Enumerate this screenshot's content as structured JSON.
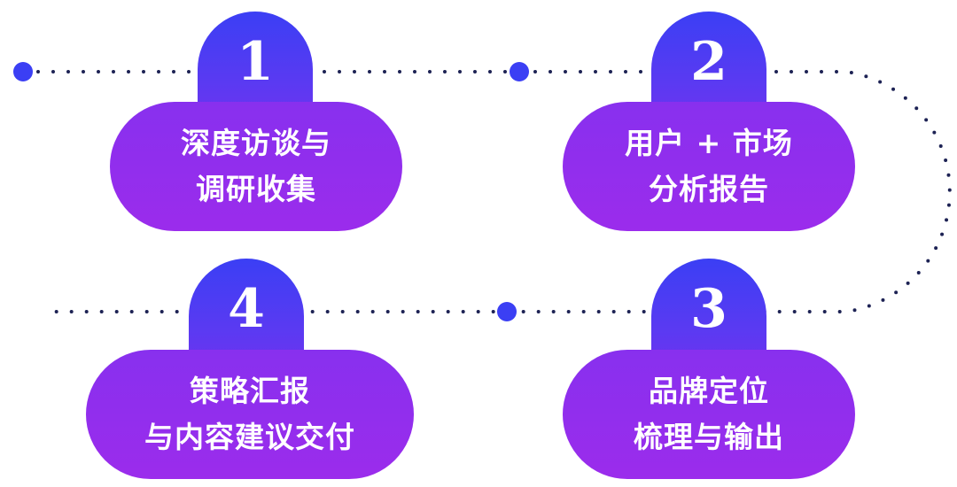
{
  "steps": [
    {
      "number": "1",
      "line1": "深度访谈与",
      "line2": "调研收集"
    },
    {
      "number": "2",
      "line1": "用户 + 市场",
      "line2": "分析报告"
    },
    {
      "number": "3",
      "line1": "品牌定位",
      "line2": "梳理与输出"
    },
    {
      "number": "4",
      "line1": "策略汇报",
      "line2": "与内容建议交付"
    }
  ],
  "colors": {
    "tab_top": "#3b3ff4",
    "tab_bottom": "#7630ee",
    "pill": "#9b2cec",
    "dot": "#3b3ff4",
    "dotted_line": "#1d2254"
  }
}
